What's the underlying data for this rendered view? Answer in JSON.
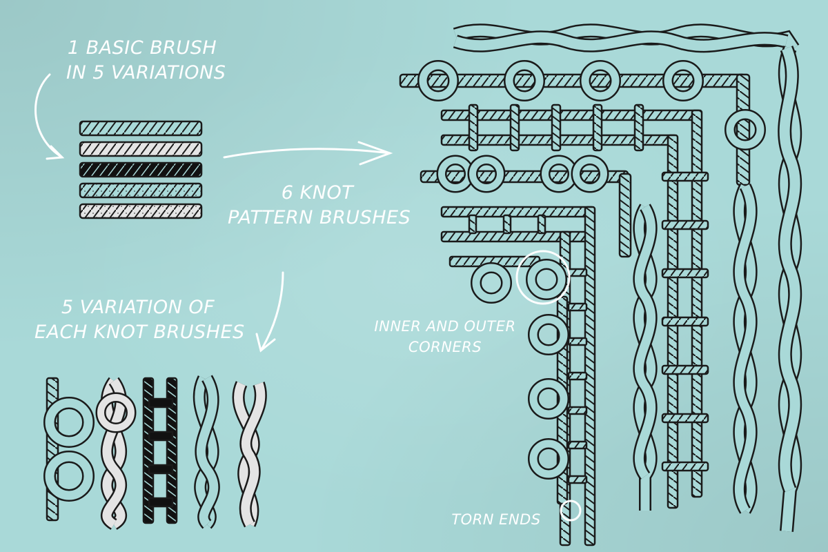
{
  "labels": {
    "basic_brush_line1": "1 BASIC BRUSH",
    "basic_brush_line2": "IN 5 VARIATIONS",
    "knot_patterns_line1": "6 KNOT",
    "knot_patterns_line2": "PATTERN BRUSHES",
    "variations_line1": "5 VARIATION OF",
    "variations_line2": "EACH KNOT BRUSHES",
    "corners_line1": "INNER AND OUTER",
    "corners_line2": "CORNERS",
    "torn_ends": "TORN ENDS"
  },
  "colors": {
    "background": "#a9d9d8",
    "rope_fill": "#a9d9d8",
    "rope_outline": "#1a1a1a",
    "rope_light": "#e4e4e4",
    "rope_dark": "#111111",
    "annotation": "#ffffff"
  },
  "icons": {
    "arrows": [
      "curved-arrow-down-icon",
      "arrow-right-icon",
      "curved-arrow-down-left-icon"
    ],
    "highlight_circles": [
      "corner-highlight-circle",
      "torn-end-highlight-circle"
    ]
  }
}
